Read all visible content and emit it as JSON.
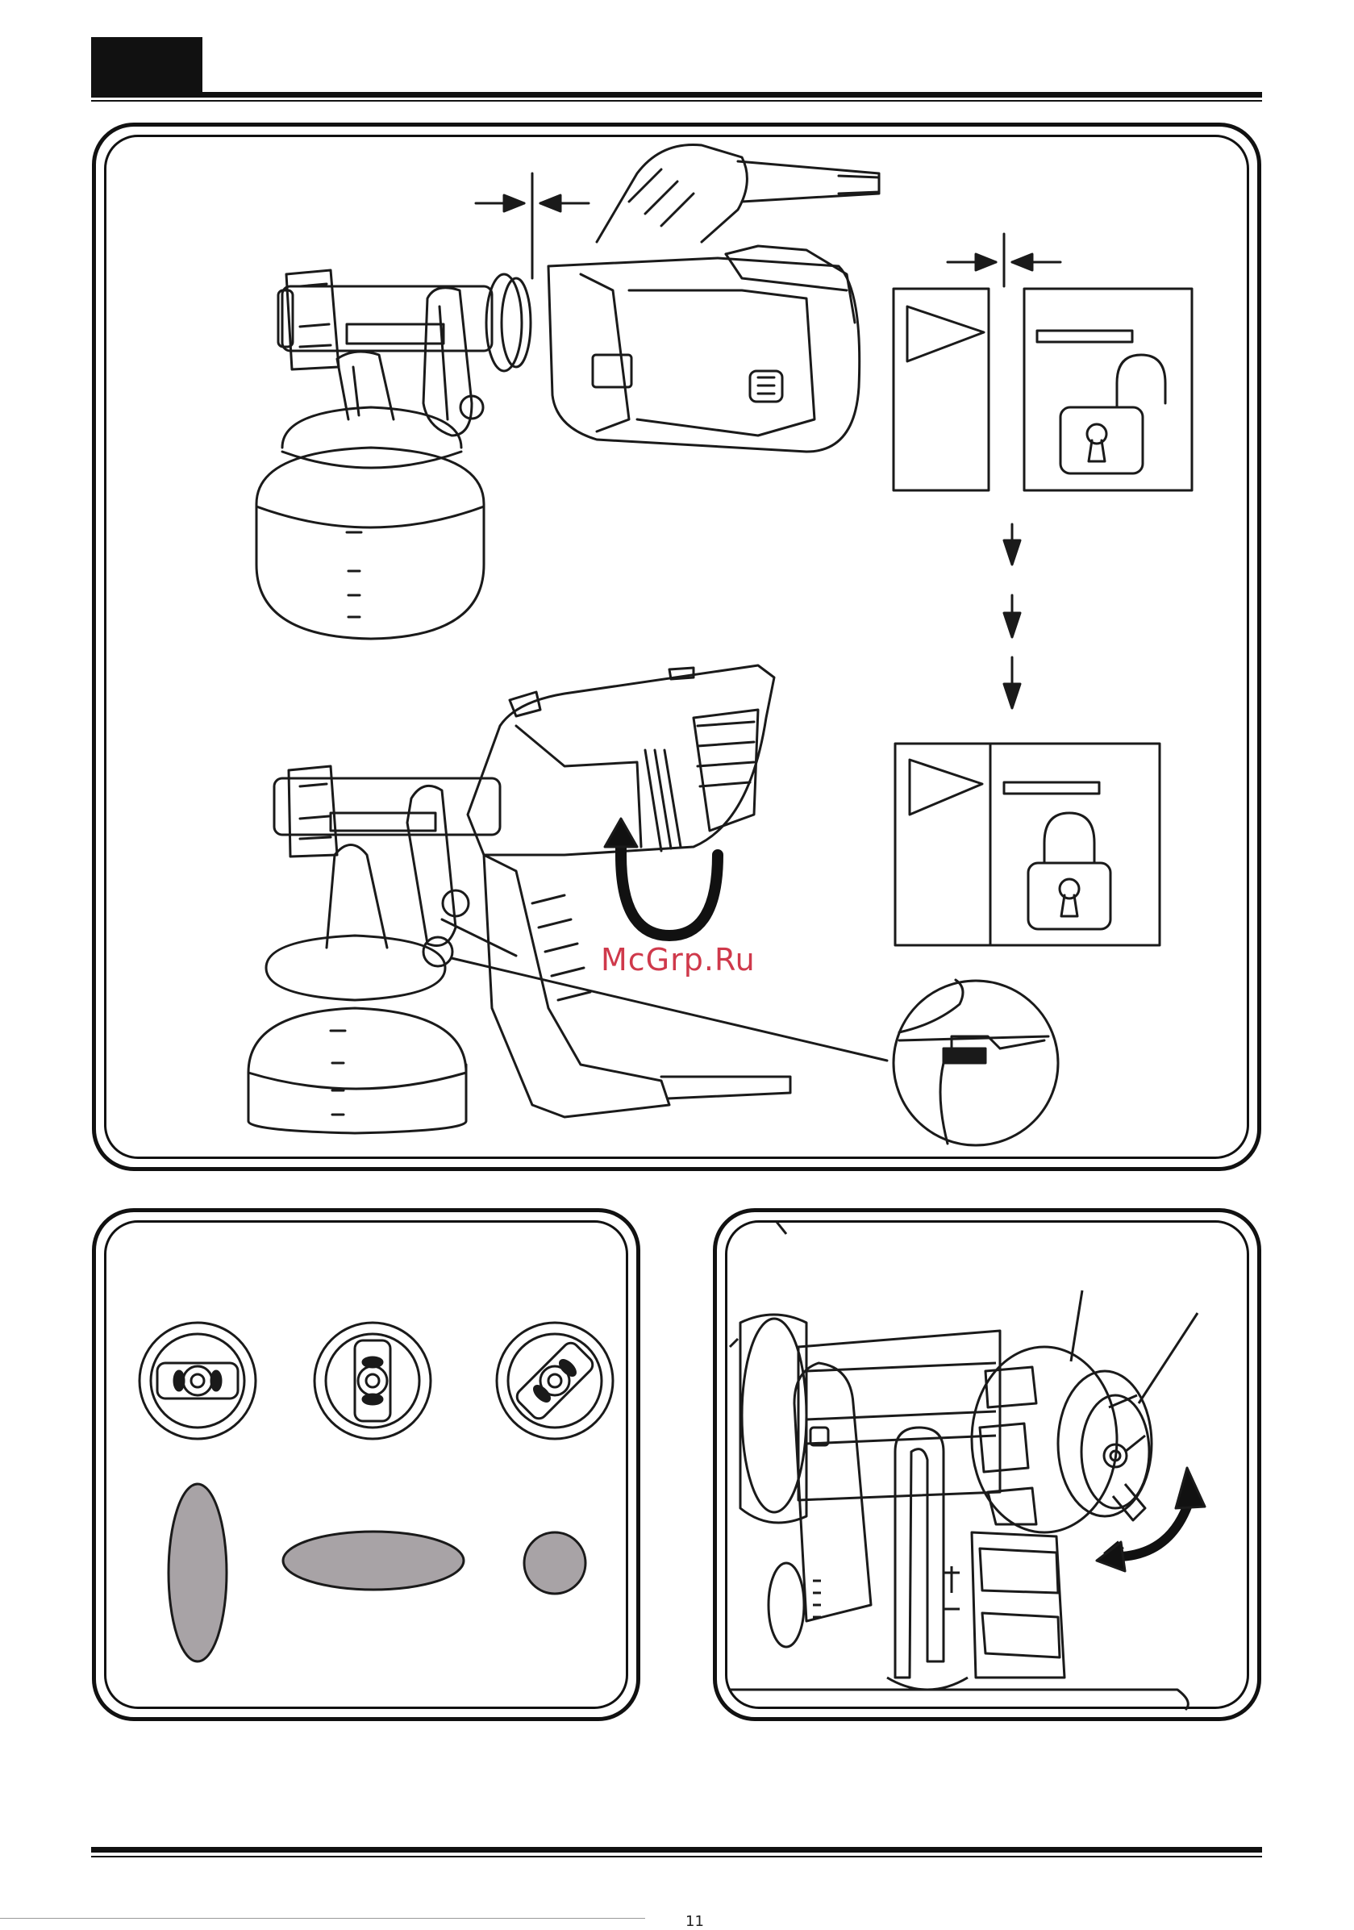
{
  "page": {
    "header_tab_color": "#111111",
    "rule_color": "#111111",
    "ink_color": "#1a1a1a",
    "pattern_fill_color": "#a8a3a6"
  },
  "watermark": {
    "text": "McGrp.Ru",
    "color": "#c81e32"
  },
  "footer": {
    "page_number": "11"
  },
  "icons": {
    "panel1": [
      "sprayer-top-view",
      "gap-arrows",
      "arrow-indicator-box",
      "unlocked-padlock",
      "down-arrows",
      "locked-padlock",
      "rotate-arrow",
      "latch-detail-magnifier"
    ],
    "panel2": [
      "nozzle-vertical",
      "nozzle-horizontal",
      "nozzle-round"
    ],
    "panel3": [
      "nozzle-head-closeup",
      "rotate-arrow"
    ]
  },
  "spray_patterns": [
    {
      "shape": "vertical-ellipse"
    },
    {
      "shape": "horizontal-ellipse"
    },
    {
      "shape": "circle"
    }
  ]
}
